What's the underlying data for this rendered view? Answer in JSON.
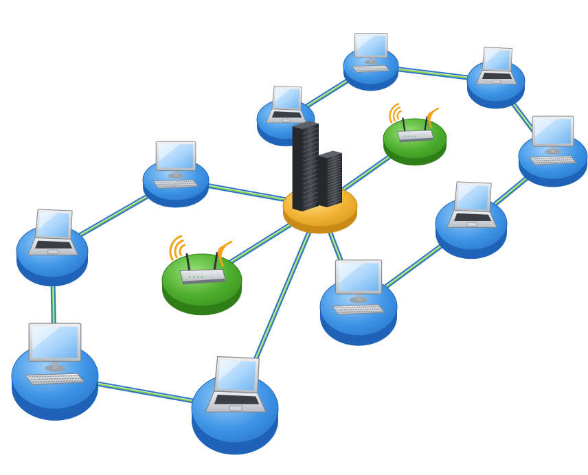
{
  "colors": {
    "background": "#ffffff",
    "client_disc": "#3f95e6",
    "client_disc_dark": "#1f63b8",
    "client_disc_light": "#8cc6f7",
    "router_disc": "#4dae2d",
    "router_disc_dark": "#2f7e18",
    "server_disc": "#f2b233",
    "server_disc_dark": "#c98a17",
    "cable_outer": "#2b73c9",
    "cable_inner": "#8ed14b",
    "screen": "#a9d5fb",
    "device_body": "#c8cdd2",
    "server_body": "#3a3d42",
    "wifi_wave": "#f3a21a"
  },
  "icons": {
    "server": "server-rack-icon",
    "router": "wireless-router-icon",
    "desktop": "desktop-computer-icon",
    "laptop": "laptop-icon",
    "wifi": "wifi-signal-icon"
  },
  "nodes": [
    {
      "id": "server",
      "kind": "server"
    },
    {
      "id": "router-1",
      "kind": "router"
    },
    {
      "id": "router-2",
      "kind": "router"
    },
    {
      "id": "pc-1",
      "kind": "desktop"
    },
    {
      "id": "pc-2",
      "kind": "desktop"
    },
    {
      "id": "pc-3",
      "kind": "desktop"
    },
    {
      "id": "pc-4",
      "kind": "desktop"
    },
    {
      "id": "pc-5",
      "kind": "desktop"
    },
    {
      "id": "laptop-1",
      "kind": "laptop"
    },
    {
      "id": "laptop-2",
      "kind": "laptop"
    },
    {
      "id": "laptop-3",
      "kind": "laptop"
    },
    {
      "id": "laptop-4",
      "kind": "laptop"
    },
    {
      "id": "laptop-5",
      "kind": "laptop"
    }
  ],
  "links": [
    [
      "server",
      "pc-1"
    ],
    [
      "server",
      "laptop-1"
    ],
    [
      "server",
      "router-1"
    ],
    [
      "server",
      "laptop-4"
    ],
    [
      "server",
      "pc-2"
    ],
    [
      "server",
      "router-2"
    ],
    [
      "laptop-1",
      "pc-3"
    ],
    [
      "pc-3",
      "laptop-2"
    ],
    [
      "laptop-2",
      "pc-4"
    ],
    [
      "pc-4",
      "laptop-3"
    ],
    [
      "laptop-3",
      "pc-2"
    ],
    [
      "pc-1",
      "laptop-5"
    ],
    [
      "laptop-5",
      "pc-5"
    ],
    [
      "pc-5",
      "laptop-4"
    ]
  ]
}
